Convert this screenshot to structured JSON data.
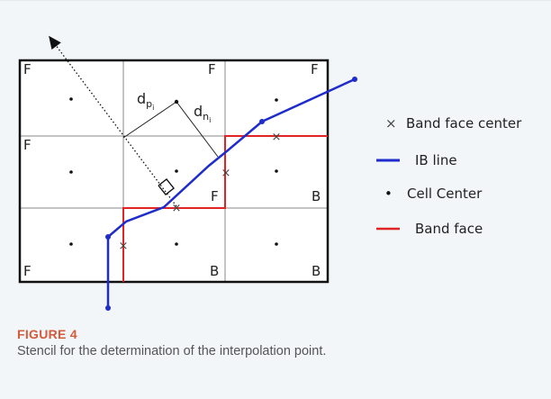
{
  "diagram": {
    "cell_labels": {
      "top_left": "F",
      "top_middle": "F",
      "top_right": "F",
      "mid_left": "F",
      "center": "F",
      "mid_right": "B",
      "bottom_left": "F",
      "bottom_middle": "B",
      "bottom_right": "B"
    },
    "distance_labels": {
      "d_p_base": "d",
      "d_p_sub": "p",
      "d_p_subsub": "i",
      "d_n_base": "d",
      "d_n_sub": "n",
      "d_n_subsub": "i"
    },
    "colors": {
      "ib_line": "#1f2ccc",
      "band_face": "#e02424",
      "grid": "#888888",
      "frame": "#111111"
    }
  },
  "legend": {
    "items": [
      {
        "symbol": "×",
        "label": "Band face center"
      },
      {
        "symbol": "line-blue",
        "label": "IB line"
      },
      {
        "symbol": "•",
        "label": "Cell Center"
      },
      {
        "symbol": "line-red",
        "label": "Band face"
      }
    ]
  },
  "caption": {
    "figure_label": "FIGURE 4",
    "text": "Stencil for the determination of the interpolation point."
  }
}
